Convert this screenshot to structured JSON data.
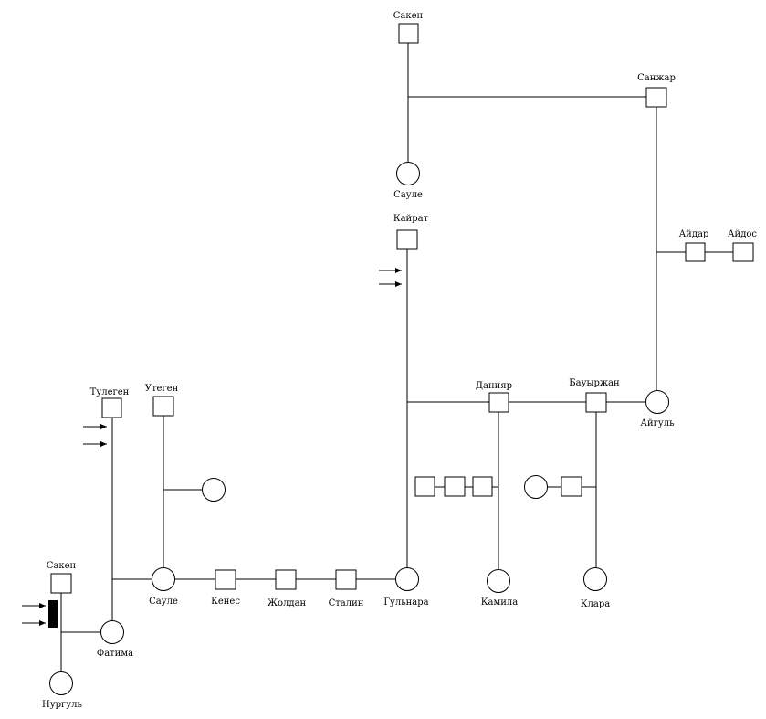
{
  "diagram": {
    "labels": {
      "saken_top": "Сакен",
      "saule_top": "Сауле",
      "sanzhar": "Санжар",
      "kairat": "Кайрат",
      "aidar": "Айдар",
      "aidos": "Айдос",
      "daniyar": "Данияр",
      "bauyrzhan": "Бауыржан",
      "aigul": "Айгуль",
      "tulegen": "Тулеген",
      "utegen": "Утеген",
      "saule_mid": "Сауле",
      "kenes": "Кенес",
      "zholdan": "Жолдан",
      "stalin": "Сталин",
      "gulnara": "Гульнара",
      "kamila": "Камила",
      "klara": "Клара",
      "saken_bottom": "Сакен",
      "fatima": "Фатима",
      "nurgul": "Нургуль"
    }
  }
}
